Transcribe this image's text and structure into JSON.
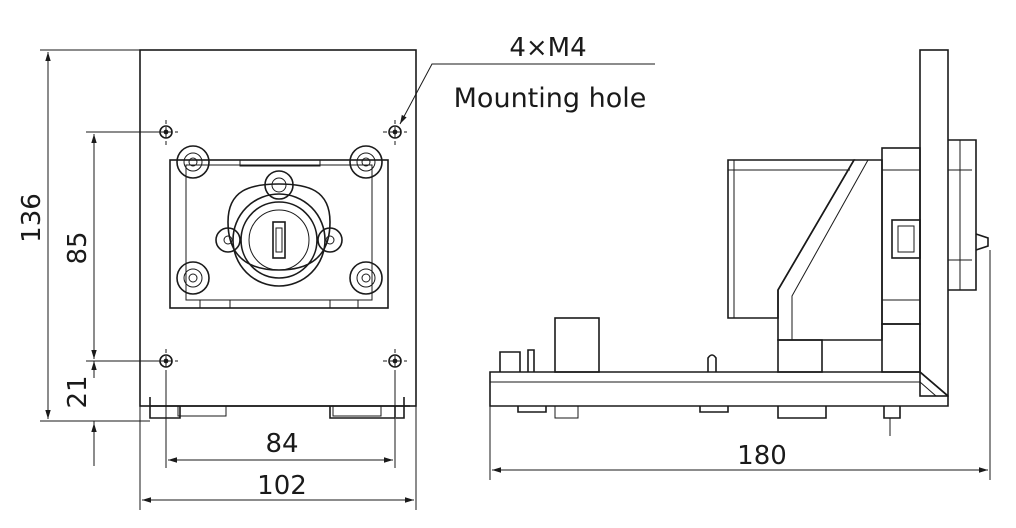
{
  "front_view": {
    "hole_callout": {
      "count_spec": "4×M4",
      "description": "Mounting hole"
    },
    "dimensions": {
      "overall_height": "136",
      "hole_spacing_vertical": "85",
      "hole_offset_bottom": "21",
      "hole_spacing_horizontal": "84",
      "overall_width": "102"
    }
  },
  "side_view": {
    "dimensions": {
      "overall_length": "180"
    }
  }
}
